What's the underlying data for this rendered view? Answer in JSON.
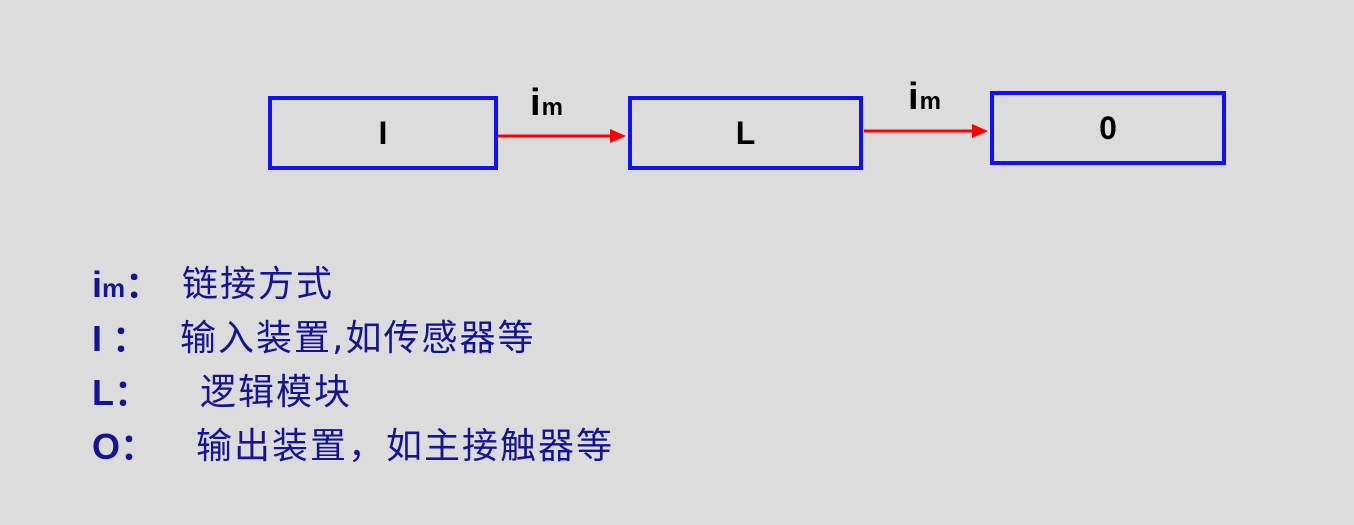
{
  "diagram": {
    "boxes": [
      {
        "label": "I"
      },
      {
        "label": "L"
      },
      {
        "label": "0"
      }
    ],
    "links": [
      {
        "main": "i",
        "sub": "m"
      },
      {
        "main": "i",
        "sub": "m"
      }
    ],
    "colors": {
      "box_border": "#1010ff",
      "arrow": "#ff0000",
      "legend_text": "#141496",
      "background": "#dcdcdc"
    }
  },
  "legend": {
    "im": {
      "term_main": "i",
      "term_sub": "m",
      "term_colon": "：",
      "desc": "链接方式"
    },
    "i": {
      "term": "I ：",
      "desc": "输入装置,如传感器等"
    },
    "l": {
      "term": "L：",
      "desc": "逻辑模块"
    },
    "o": {
      "term": "O：",
      "desc": "输出装置，如主接触器等"
    }
  }
}
